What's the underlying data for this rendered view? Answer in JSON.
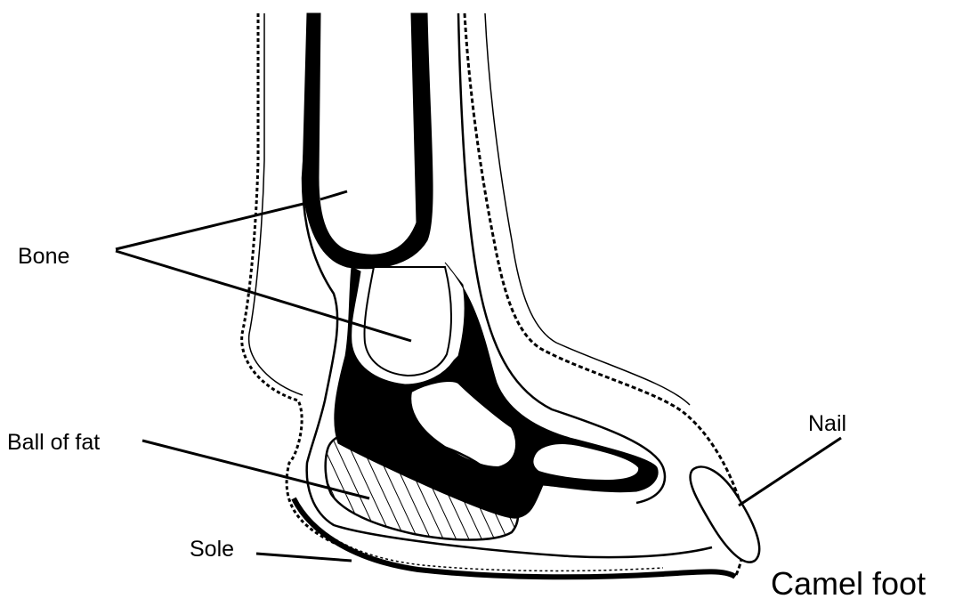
{
  "labels": {
    "bone": "Bone",
    "ball_of_fat": "Ball of fat",
    "sole": "Sole",
    "nail": "Nail",
    "caption": "Camel foot"
  }
}
